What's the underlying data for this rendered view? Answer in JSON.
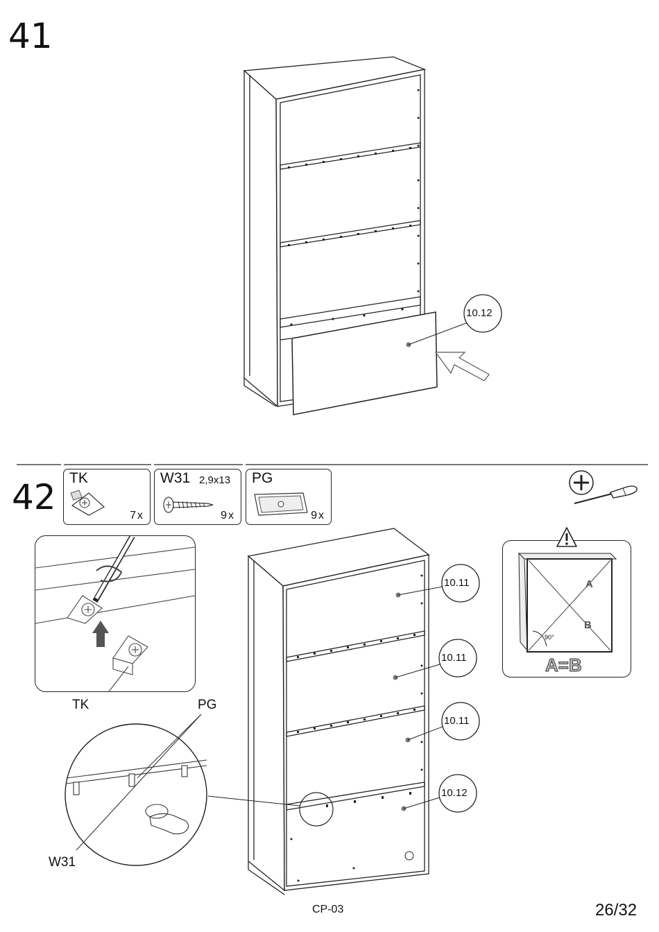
{
  "steps": [
    {
      "number": "41",
      "callouts": [
        "10.12"
      ]
    },
    {
      "number": "42",
      "parts": [
        {
          "code": "TK",
          "size": "",
          "qty": "7x"
        },
        {
          "code": "W31",
          "size": "2,9x13",
          "qty": "9x"
        },
        {
          "code": "PG",
          "size": "",
          "qty": "9x"
        }
      ],
      "callouts": [
        "10.11",
        "10.11",
        "10.11",
        "10.12"
      ],
      "detail_labels": {
        "tk": "TK",
        "pg": "PG",
        "w31": "W31"
      },
      "warning": {
        "left": "A",
        "right": "B",
        "angle": "90°",
        "equation": "A=B"
      },
      "tool": "screwdriver-icon"
    }
  ],
  "footer": {
    "code": "CP-03",
    "page": "26/32"
  }
}
